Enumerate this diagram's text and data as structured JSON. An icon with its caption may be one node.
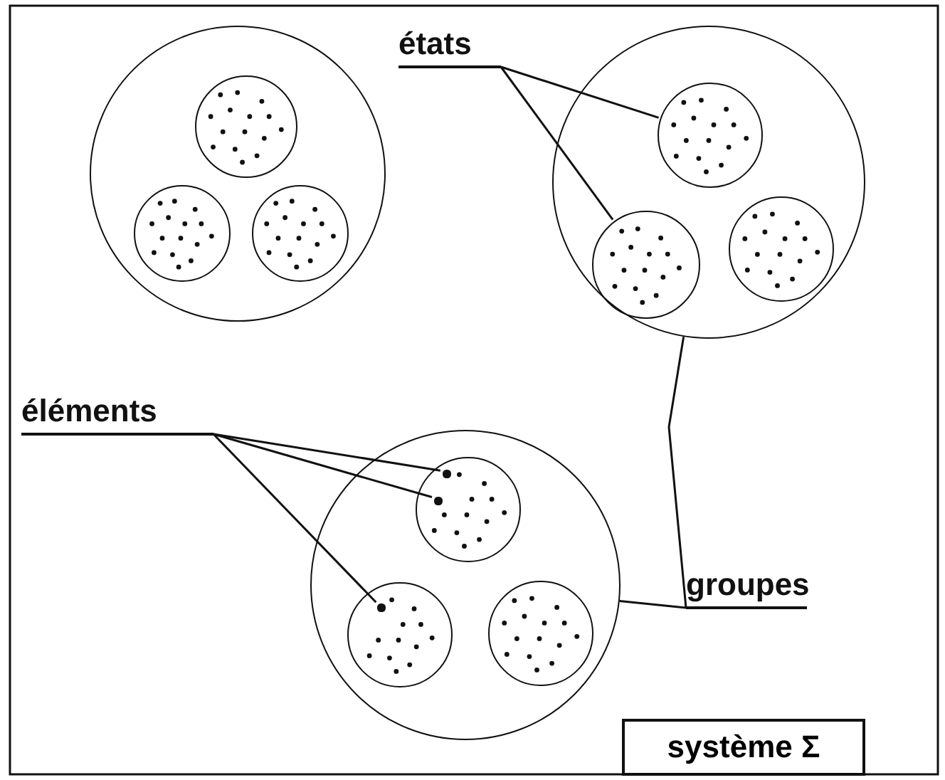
{
  "diagram": {
    "nodes": [
      {
        "text": [
          "états"
        ]
      },
      {
        "text": [
          "éléments"
        ]
      },
      {
        "text": [
          "groupes"
        ]
      },
      {
        "text": [
          "système Σ"
        ]
      },
      {
        "text": [],
        "shape": "circle"
      },
      {
        "text": [],
        "shape": "circle",
        "in": 4
      },
      {
        "text": [],
        "shape": "circle",
        "in": 4
      },
      {
        "text": [],
        "shape": "circle",
        "in": 4
      },
      {
        "text": [],
        "shape": "circle"
      },
      {
        "text": [],
        "shape": "circle",
        "in": 8
      },
      {
        "text": [],
        "shape": "circle",
        "in": 8
      },
      {
        "text": [],
        "shape": "circle",
        "in": 8
      },
      {
        "text": [],
        "shape": "circle"
      },
      {
        "text": [],
        "shape": "circle",
        "in": 12
      },
      {
        "text": [],
        "shape": "circle",
        "in": 12
      },
      {
        "text": [],
        "shape": "circle",
        "in": 12
      },
      {
        "text": [],
        "shape": "circle",
        "in": 13
      },
      {
        "text": [],
        "shape": "circle",
        "in": 13
      },
      {
        "text": [],
        "shape": "circle",
        "in": 14
      }
    ],
    "edges": [
      {
        "from": 0,
        "to": 9,
        "arrow": "none"
      },
      {
        "from": 0,
        "to": 10,
        "arrow": "none"
      },
      {
        "from": 1,
        "to": 16,
        "arrow": "none"
      },
      {
        "from": 1,
        "to": 17,
        "arrow": "none"
      },
      {
        "from": 1,
        "to": 18,
        "arrow": "none"
      },
      {
        "from": 2,
        "to": 8,
        "arrow": "none"
      },
      {
        "from": 2,
        "to": 12,
        "arrow": "none"
      }
    ]
  }
}
